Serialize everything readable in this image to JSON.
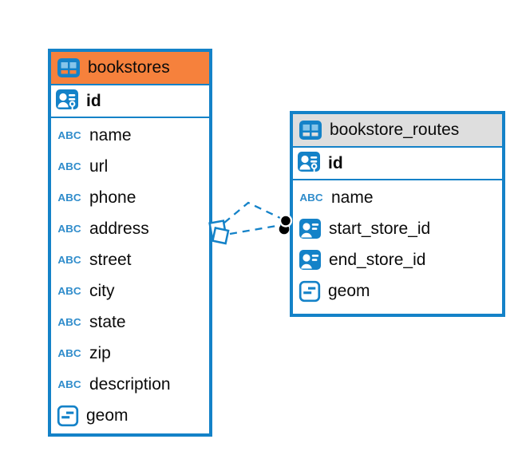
{
  "colors": {
    "accent_blue": "#1482C8",
    "icon_light_blue": "#86C5EA",
    "bookstores_header": "#F6813C",
    "routes_header": "#DEDEDE",
    "canvas_background": "#FFFFFF",
    "connector": "#1482C8",
    "dot_marker": "#000000"
  },
  "icons": {
    "text_type_glyph": "ABC"
  },
  "tables": [
    {
      "name": "bookstores",
      "header_color": "#F6813C",
      "primary_key": {
        "name": "id",
        "type": "primary_key"
      },
      "columns": [
        {
          "name": "name",
          "type": "text"
        },
        {
          "name": "url",
          "type": "text"
        },
        {
          "name": "phone",
          "type": "text"
        },
        {
          "name": "address",
          "type": "text"
        },
        {
          "name": "street",
          "type": "text"
        },
        {
          "name": "city",
          "type": "text"
        },
        {
          "name": "state",
          "type": "text"
        },
        {
          "name": "zip",
          "type": "text"
        },
        {
          "name": "description",
          "type": "text"
        },
        {
          "name": "geom",
          "type": "geometry"
        }
      ]
    },
    {
      "name": "bookstore_routes",
      "header_color": "#DEDEDE",
      "primary_key": {
        "name": "id",
        "type": "primary_key"
      },
      "columns": [
        {
          "name": "name",
          "type": "text"
        },
        {
          "name": "start_store_id",
          "type": "reference"
        },
        {
          "name": "end_store_id",
          "type": "reference"
        },
        {
          "name": "geom",
          "type": "geometry"
        }
      ]
    }
  ],
  "relationships": [
    {
      "from_table": "bookstores",
      "to_table": "bookstore_routes",
      "line_style": "dashed",
      "from_marker": "diamond",
      "to_marker": "dot"
    },
    {
      "from_table": "bookstores",
      "to_table": "bookstore_routes",
      "line_style": "dashed",
      "from_marker": "diamond",
      "to_marker": "dot"
    }
  ]
}
